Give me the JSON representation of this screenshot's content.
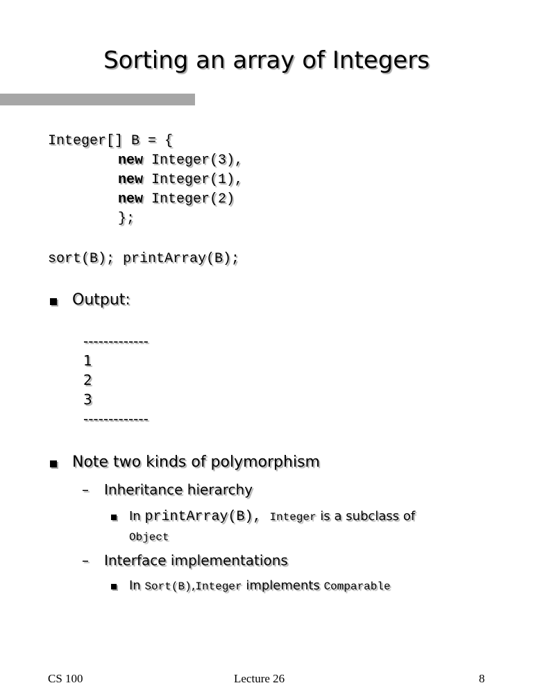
{
  "title": "Sorting an array of Integers",
  "code": {
    "line1": "Integer[] B = {",
    "lines": [
      {
        "kw": "new",
        "rest": " Integer(3),"
      },
      {
        "kw": "new",
        "rest": " Integer(1),"
      },
      {
        "kw": "new",
        "rest": " Integer(2)"
      }
    ],
    "close": "};",
    "call": "sort(B); printArray(B);"
  },
  "output_label": "Output:",
  "output": [
    "-------------",
    "1",
    "2",
    "3",
    "-------------"
  ],
  "note": {
    "heading": "Note two kinds of polymorphism",
    "inheritance": {
      "dash": "–",
      "label": "Inheritance hierarchy",
      "pre": "In ",
      "code1": "printArray(B), ",
      "code2": "Integer",
      "mid": " is a subclass of",
      "code3": "Object"
    },
    "interface": {
      "dash": "–",
      "label": "Interface implementations",
      "pre": "In ",
      "code1": "Sort(B)",
      "sep": ",",
      "code2": "Integer",
      "mid": " implements ",
      "code3": "Comparable"
    }
  },
  "footer": {
    "course": "CS 100",
    "lecture": "Lecture 26",
    "page": "8"
  }
}
